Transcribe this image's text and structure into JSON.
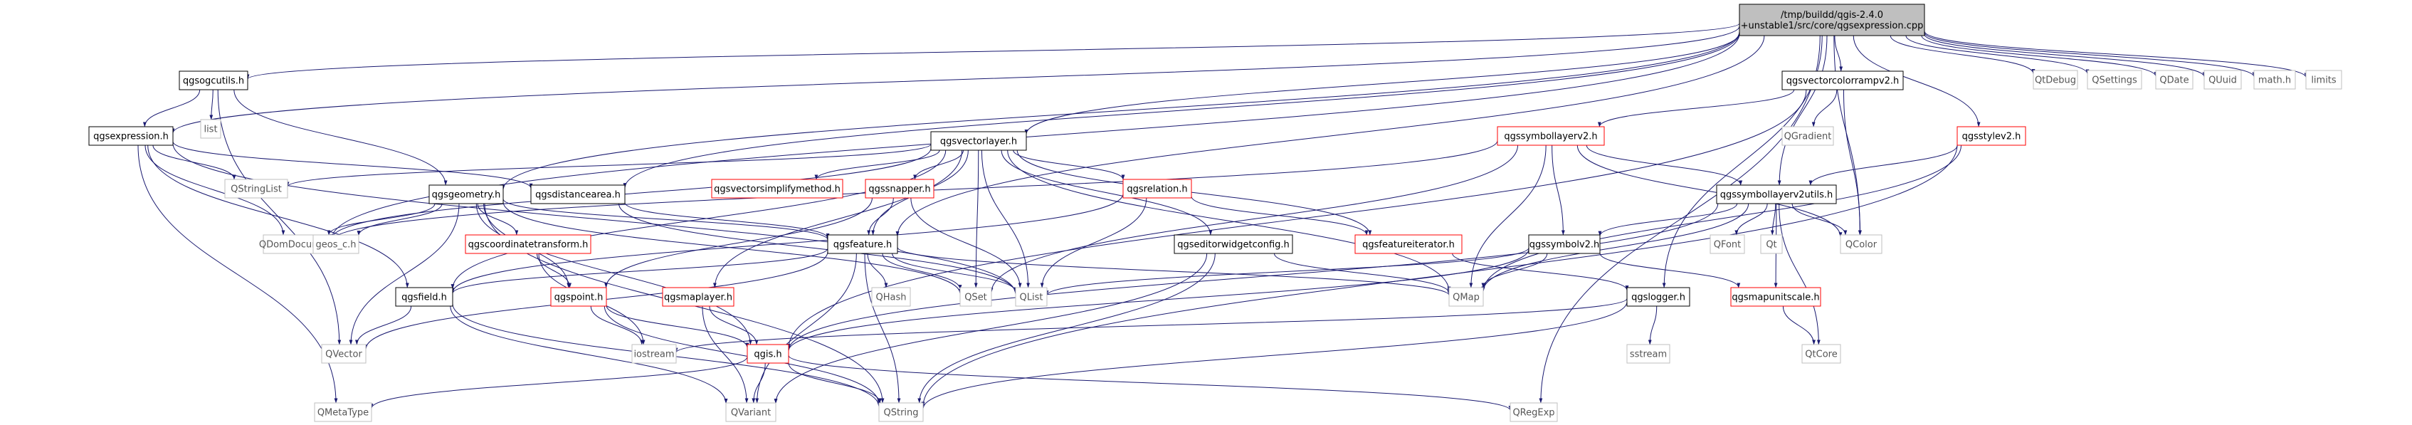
{
  "graph": {
    "colors": {
      "edge": "#191970",
      "border_black": "#000000",
      "border_red": "#ff0000",
      "border_gray": "#bfbfbf",
      "fill_root": "#bfbfbf",
      "fill": "#ffffff",
      "text_black": "#000000",
      "text_gray": "#555555"
    },
    "nodes": [
      {
        "id": "root",
        "lines": [
          "/tmp/buildd/qgis-2.4.0",
          "+unstable1/src/core/qgsexpression.cpp"
        ],
        "kind": "root"
      },
      {
        "id": "qgsogcutils_h",
        "lines": [
          "qgsogcutils.h"
        ],
        "kind": "black"
      },
      {
        "id": "list",
        "lines": [
          "list"
        ],
        "kind": "gray"
      },
      {
        "id": "qgsexpression_h",
        "lines": [
          "qgsexpression.h"
        ],
        "kind": "black"
      },
      {
        "id": "qgsvectorlayer_h",
        "lines": [
          "qgsvectorlayer.h"
        ],
        "kind": "black"
      },
      {
        "id": "qgsvectorcolorrampv2_h",
        "lines": [
          "qgsvectorcolorrampv2.h"
        ],
        "kind": "black"
      },
      {
        "id": "QtDebug",
        "lines": [
          "QtDebug"
        ],
        "kind": "gray"
      },
      {
        "id": "QSettings",
        "lines": [
          "QSettings"
        ],
        "kind": "gray"
      },
      {
        "id": "QDate",
        "lines": [
          "QDate"
        ],
        "kind": "gray"
      },
      {
        "id": "QUuid",
        "lines": [
          "QUuid"
        ],
        "kind": "gray"
      },
      {
        "id": "math_h",
        "lines": [
          "math.h"
        ],
        "kind": "gray"
      },
      {
        "id": "limits",
        "lines": [
          "limits"
        ],
        "kind": "gray"
      },
      {
        "id": "QGradient",
        "lines": [
          "QGradient"
        ],
        "kind": "gray"
      },
      {
        "id": "qgssymbollayerv2_h",
        "lines": [
          "qgssymbollayerv2.h"
        ],
        "kind": "red"
      },
      {
        "id": "qgsstylev2_h",
        "lines": [
          "qgsstylev2.h"
        ],
        "kind": "red"
      },
      {
        "id": "QStringList",
        "lines": [
          "QStringList"
        ],
        "kind": "gray"
      },
      {
        "id": "qgsvectorsimplifymethod_h",
        "lines": [
          "qgsvectorsimplifymethod.h"
        ],
        "kind": "red"
      },
      {
        "id": "qgssnapper_h",
        "lines": [
          "qgssnapper.h"
        ],
        "kind": "red"
      },
      {
        "id": "qgsrelation_h",
        "lines": [
          "qgsrelation.h"
        ],
        "kind": "red"
      },
      {
        "id": "qgssymbollayerv2utils_h",
        "lines": [
          "qgssymbollayerv2utils.h"
        ],
        "kind": "black"
      },
      {
        "id": "qgsgeometry_h",
        "lines": [
          "qgsgeometry.h"
        ],
        "kind": "black"
      },
      {
        "id": "qgsdistancearea_h",
        "lines": [
          "qgsdistancearea.h"
        ],
        "kind": "black"
      },
      {
        "id": "QDomDocument",
        "lines": [
          "QDomDocument"
        ],
        "kind": "gray"
      },
      {
        "id": "geos_c_h",
        "lines": [
          "geos_c.h"
        ],
        "kind": "gray"
      },
      {
        "id": "qgscoordinatetransform_h",
        "lines": [
          "qgscoordinatetransform.h"
        ],
        "kind": "red"
      },
      {
        "id": "qgsfeature_h",
        "lines": [
          "qgsfeature.h"
        ],
        "kind": "black"
      },
      {
        "id": "qgseditorwidgetconfig_h",
        "lines": [
          "qgseditorwidgetconfig.h"
        ],
        "kind": "black"
      },
      {
        "id": "qgsfeatureiterator_h",
        "lines": [
          "qgsfeatureiterator.h"
        ],
        "kind": "red"
      },
      {
        "id": "qgssymbolv2_h",
        "lines": [
          "qgssymbolv2.h"
        ],
        "kind": "black"
      },
      {
        "id": "QFont",
        "lines": [
          "QFont"
        ],
        "kind": "gray"
      },
      {
        "id": "Qt",
        "lines": [
          "Qt"
        ],
        "kind": "gray"
      },
      {
        "id": "QColor",
        "lines": [
          "QColor"
        ],
        "kind": "gray"
      },
      {
        "id": "qgsfield_h",
        "lines": [
          "qgsfield.h"
        ],
        "kind": "black"
      },
      {
        "id": "qgspoint_h",
        "lines": [
          "qgspoint.h"
        ],
        "kind": "red"
      },
      {
        "id": "QHash",
        "lines": [
          "QHash"
        ],
        "kind": "gray"
      },
      {
        "id": "QSet",
        "lines": [
          "QSet"
        ],
        "kind": "gray"
      },
      {
        "id": "QList",
        "lines": [
          "QList"
        ],
        "kind": "gray"
      },
      {
        "id": "QMap",
        "lines": [
          "QMap"
        ],
        "kind": "gray"
      },
      {
        "id": "qgslogger_h",
        "lines": [
          "qgslogger.h"
        ],
        "kind": "black"
      },
      {
        "id": "qgsmapunitscale_h",
        "lines": [
          "qgsmapunitscale.h"
        ],
        "kind": "red"
      },
      {
        "id": "qgsmaplayer_h",
        "lines": [
          "qgsmaplayer.h"
        ],
        "kind": "red"
      },
      {
        "id": "QVector",
        "lines": [
          "QVector"
        ],
        "kind": "gray"
      },
      {
        "id": "iostream",
        "lines": [
          "iostream"
        ],
        "kind": "gray"
      },
      {
        "id": "qgis_h",
        "lines": [
          "qgis.h"
        ],
        "kind": "red"
      },
      {
        "id": "sstream",
        "lines": [
          "sstream"
        ],
        "kind": "gray"
      },
      {
        "id": "QtCore",
        "lines": [
          "QtCore"
        ],
        "kind": "gray"
      },
      {
        "id": "QMetaType",
        "lines": [
          "QMetaType"
        ],
        "kind": "gray"
      },
      {
        "id": "QVariant",
        "lines": [
          "QVariant"
        ],
        "kind": "gray"
      },
      {
        "id": "QString",
        "lines": [
          "QString"
        ],
        "kind": "gray"
      },
      {
        "id": "QRegExp",
        "lines": [
          "QRegExp"
        ],
        "kind": "gray"
      }
    ],
    "edges": [
      [
        "root",
        "qgsogcutils_h"
      ],
      [
        "root",
        "qgsexpression_h"
      ],
      [
        "root",
        "qgsvectorlayer_h"
      ],
      [
        "root",
        "qgsgeometry_h"
      ],
      [
        "root",
        "qgsdistancearea_h"
      ],
      [
        "root",
        "QDomDocument"
      ],
      [
        "root",
        "qgsfeature_h"
      ],
      [
        "root",
        "qgsvectorcolorrampv2_h"
      ],
      [
        "root",
        "qgssymbollayerv2utils_h"
      ],
      [
        "root",
        "qgsstylev2_h"
      ],
      [
        "root",
        "QColor"
      ],
      [
        "root",
        "qgslogger_h"
      ],
      [
        "root",
        "QtDebug"
      ],
      [
        "root",
        "QSettings"
      ],
      [
        "root",
        "QDate"
      ],
      [
        "root",
        "QUuid"
      ],
      [
        "root",
        "math_h"
      ],
      [
        "root",
        "limits"
      ],
      [
        "root",
        "QRegExp"
      ],
      [
        "qgsogcutils_h",
        "list"
      ],
      [
        "qgsogcutils_h",
        "qgsexpression_h"
      ],
      [
        "qgsogcutils_h",
        "qgsgeometry_h"
      ],
      [
        "qgsogcutils_h",
        "QVector"
      ],
      [
        "qgsexpression_h",
        "QStringList"
      ],
      [
        "qgsexpression_h",
        "QDomDocument"
      ],
      [
        "qgsexpression_h",
        "qgsfield_h"
      ],
      [
        "qgsexpression_h",
        "qgsdistancearea_h"
      ],
      [
        "qgsexpression_h",
        "QMetaType"
      ],
      [
        "qgsexpression_h",
        "QList"
      ],
      [
        "qgsvectorlayer_h",
        "QStringList"
      ],
      [
        "qgsvectorlayer_h",
        "qgsvectorsimplifymethod_h"
      ],
      [
        "qgsvectorlayer_h",
        "qgssnapper_h"
      ],
      [
        "qgsvectorlayer_h",
        "qgsrelation_h"
      ],
      [
        "qgsvectorlayer_h",
        "qgsfeature_h"
      ],
      [
        "qgsvectorlayer_h",
        "qgsmaplayer_h"
      ],
      [
        "qgsvectorlayer_h",
        "qgseditorwidgetconfig_h"
      ],
      [
        "qgsvectorlayer_h",
        "qgsfeatureiterator_h"
      ],
      [
        "qgsvectorlayer_h",
        "QSet"
      ],
      [
        "qgsvectorlayer_h",
        "QList"
      ],
      [
        "qgsvectorlayer_h",
        "QMap"
      ],
      [
        "qgsvectorlayer_h",
        "qgsfield_h"
      ],
      [
        "qgsvectorlayer_h",
        "QDomDocument"
      ],
      [
        "qgsvectorcolorrampv2_h",
        "qgssymbollayerv2_h"
      ],
      [
        "qgsvectorcolorrampv2_h",
        "QGradient"
      ],
      [
        "qgsvectorcolorrampv2_h",
        "QColor"
      ],
      [
        "qgsvectorcolorrampv2_h",
        "qgis_h"
      ],
      [
        "qgssymbollayerv2_h",
        "qgssymbollayerv2utils_h"
      ],
      [
        "qgssymbollayerv2_h",
        "qgssymbolv2_h"
      ],
      [
        "qgssymbollayerv2_h",
        "QMap"
      ],
      [
        "qgssymbollayerv2_h",
        "QColor"
      ],
      [
        "qgssymbollayerv2_h",
        "QDomDocument"
      ],
      [
        "qgssymbollayerv2_h",
        "QSet"
      ],
      [
        "qgsstylev2_h",
        "qgssymbollayerv2utils_h"
      ],
      [
        "qgsstylev2_h",
        "QMap"
      ],
      [
        "qgsstylev2_h",
        "QString"
      ],
      [
        "qgssymbollayerv2utils_h",
        "qgssymbolv2_h"
      ],
      [
        "qgssymbollayerv2utils_h",
        "QFont"
      ],
      [
        "qgssymbollayerv2utils_h",
        "Qt"
      ],
      [
        "qgssymbollayerv2utils_h",
        "QColor"
      ],
      [
        "qgssymbollayerv2utils_h",
        "QMap"
      ],
      [
        "qgssymbollayerv2utils_h",
        "qgsmapunitscale_h"
      ],
      [
        "qgssymbollayerv2utils_h",
        "QtCore"
      ],
      [
        "qgssymbollayerv2utils_h",
        "qgis_h"
      ],
      [
        "qgsgeometry_h",
        "geos_c_h"
      ],
      [
        "qgsgeometry_h",
        "QDomDocument"
      ],
      [
        "qgsgeometry_h",
        "qgscoordinatetransform_h"
      ],
      [
        "qgsgeometry_h",
        "qgsfeature_h"
      ],
      [
        "qgsgeometry_h",
        "qgspoint_h"
      ],
      [
        "qgsgeometry_h",
        "QVector"
      ],
      [
        "qgsgeometry_h",
        "QSet"
      ],
      [
        "qgsgeometry_h",
        "qgis_h"
      ],
      [
        "qgsgeometry_h",
        "QString"
      ],
      [
        "qgsdistancearea_h",
        "qgsfeature_h"
      ],
      [
        "qgsdistancearea_h",
        "QList"
      ],
      [
        "qgscoordinatetransform_h",
        "qgspoint_h"
      ],
      [
        "qgscoordinatetransform_h",
        "iostream"
      ],
      [
        "qgssnapper_h",
        "qgsfeature_h"
      ],
      [
        "qgssnapper_h",
        "qgspoint_h"
      ],
      [
        "qgssnapper_h",
        "QList"
      ],
      [
        "qgsrelation_h",
        "qgsfield_h"
      ],
      [
        "qgsrelation_h",
        "qgsfeatureiterator_h"
      ],
      [
        "qgsrelation_h",
        "QList"
      ],
      [
        "qgsfeature_h",
        "qgsfield_h"
      ],
      [
        "qgsfeature_h",
        "QHash"
      ],
      [
        "qgsfeature_h",
        "QSet"
      ],
      [
        "qgsfeature_h",
        "QList"
      ],
      [
        "qgsfeature_h",
        "QMap"
      ],
      [
        "qgsfeature_h",
        "QVariant"
      ],
      [
        "qgsfeature_h",
        "QString"
      ],
      [
        "qgsfeature_h",
        "QVector"
      ],
      [
        "qgseditorwidgetconfig_h",
        "QMap"
      ],
      [
        "qgseditorwidgetconfig_h",
        "QVariant"
      ],
      [
        "qgseditorwidgetconfig_h",
        "QString"
      ],
      [
        "qgsfeatureiterator_h",
        "qgslogger_h"
      ],
      [
        "qgssymbolv2_h",
        "QMap"
      ],
      [
        "qgssymbolv2_h",
        "qgsmapunitscale_h"
      ],
      [
        "qgssymbolv2_h",
        "qgis_h"
      ],
      [
        "qgssymbolv2_h",
        "QList"
      ],
      [
        "qgsfield_h",
        "QVector"
      ],
      [
        "qgsfield_h",
        "QVariant"
      ],
      [
        "qgsfield_h",
        "QString"
      ],
      [
        "qgspoint_h",
        "iostream"
      ],
      [
        "qgspoint_h",
        "qgis_h"
      ],
      [
        "qgspoint_h",
        "QString"
      ],
      [
        "qgsmaplayer_h",
        "qgis_h"
      ],
      [
        "qgsmaplayer_h",
        "QVariant"
      ],
      [
        "qgslogger_h",
        "iostream"
      ],
      [
        "qgslogger_h",
        "sstream"
      ],
      [
        "qgslogger_h",
        "QString"
      ],
      [
        "qgsmapunitscale_h",
        "QtCore"
      ],
      [
        "qgis_h",
        "QMetaType"
      ],
      [
        "qgis_h",
        "QVariant"
      ],
      [
        "qgis_h",
        "QString"
      ],
      [
        "qgis_h",
        "QRegExp"
      ]
    ]
  }
}
